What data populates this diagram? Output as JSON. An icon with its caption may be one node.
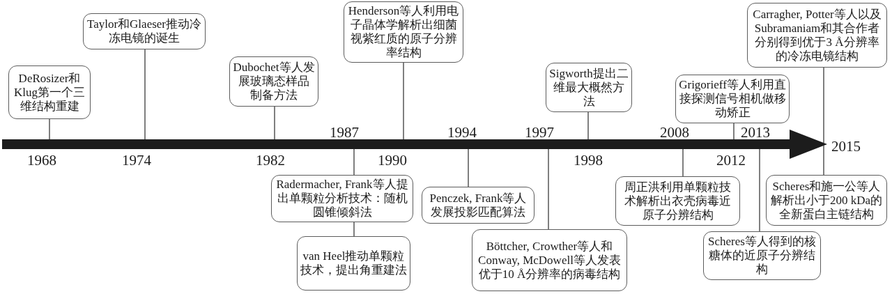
{
  "diagram": {
    "nodes": [
      {
        "text": [
          "DeRosizer和Klug第一个三维结构重建"
        ]
      },
      {
        "text": [
          "Taylor和Glaeser推动冷冻电镜的诞生"
        ]
      },
      {
        "text": [
          "Dubochet等人发展玻璃态样品制备方法"
        ]
      },
      {
        "text": [
          "Henderson等人利用电子晶体学解析出细菌视紫红质的原子分辨率结构"
        ]
      },
      {
        "text": [
          "Sigworth提出二维最大概然方法"
        ]
      },
      {
        "text": [
          "Grigorieff等人利用直接探测信号相机做移动矫正"
        ]
      },
      {
        "text": [
          "Carragher, Potter等人以及Subramaniam和其合作者分别得到优于3 Å分辨率的冷冻电镜结构"
        ]
      },
      {
        "text": [],
        "shape": "arrow"
      },
      {
        "text": [
          "Radermacher, Frank等人提出单颗粒分析技术：随机圆锥倾斜法"
        ]
      },
      {
        "text": [
          "van Heel推动单颗粒技术，提出角重建法"
        ]
      },
      {
        "text": [
          "Penczek, Frank等人发展投影匹配算法"
        ]
      },
      {
        "text": [
          "Böttcher, Crowther等人和Conway, McDowell等人发表优于10 Å分辨率的病毒结构"
        ]
      },
      {
        "text": [
          "周正洪利用单颗粒技术解析出衣壳病毒近原子分辨结构"
        ]
      },
      {
        "text": [
          "Scheres等人得到的核糖体的近原子分辨结构"
        ]
      },
      {
        "text": [
          "Scheres和施一公等人解析出小于200 kDa的全新蛋白主链结构"
        ]
      }
    ],
    "edges": [
      {
        "from": 0,
        "to": 7,
        "arrow": "none"
      },
      {
        "from": 1,
        "to": 7,
        "arrow": "none"
      },
      {
        "from": 2,
        "to": 7,
        "arrow": "none"
      },
      {
        "from": 3,
        "to": 7,
        "arrow": "none"
      },
      {
        "from": 4,
        "to": 7,
        "arrow": "none"
      },
      {
        "from": 5,
        "to": 7,
        "arrow": "none"
      },
      {
        "from": 6,
        "to": 7,
        "arrow": "none"
      },
      {
        "from": 8,
        "to": 7,
        "arrow": "none"
      },
      {
        "from": 9,
        "to": 8,
        "arrow": "none"
      },
      {
        "from": 10,
        "to": 7,
        "arrow": "none"
      },
      {
        "from": 11,
        "to": 7,
        "arrow": "none"
      },
      {
        "from": 12,
        "to": 7,
        "arrow": "none"
      },
      {
        "from": 13,
        "to": 7,
        "arrow": "none"
      },
      {
        "from": 14,
        "to": 7,
        "arrow": "none"
      }
    ],
    "labels": [
      "1987",
      "1994",
      "1997",
      "2008",
      "2013",
      "1968",
      "1974",
      "1982",
      "1990",
      "1998",
      "2012",
      "2015"
    ]
  }
}
